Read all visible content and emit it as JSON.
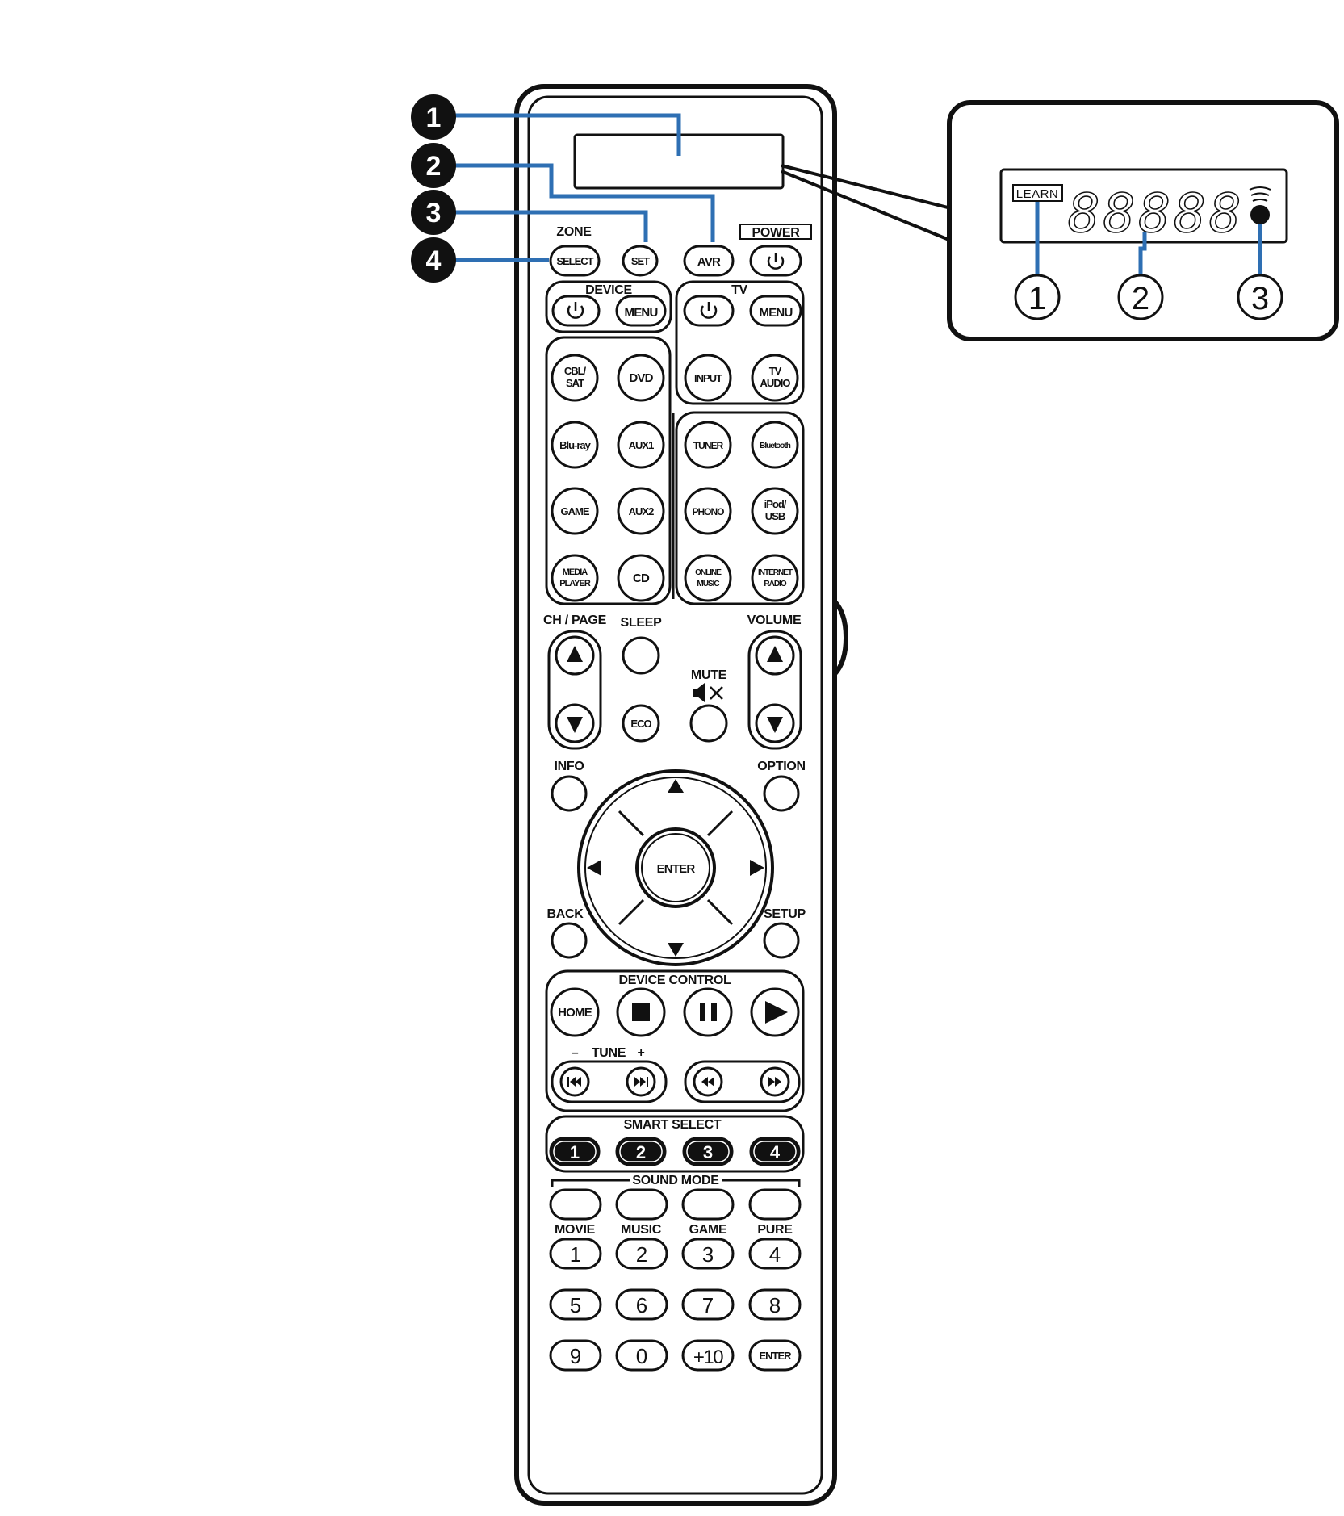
{
  "colors": {
    "leader": "#2e6fb3",
    "ink": "#111111",
    "background": "#ffffff"
  },
  "callouts": [
    "1",
    "2",
    "3",
    "4"
  ],
  "inset_callouts": [
    "1",
    "2",
    "3"
  ],
  "inset": {
    "learn": "LEARN",
    "segment_glyph": "88888",
    "signal_icon": "signal-waves-icon"
  },
  "top": {
    "zone_label": "ZONE",
    "select": "SELECT",
    "set": "SET",
    "avr": "AVR",
    "power_label": "POWER",
    "power_icon": "power-icon"
  },
  "device": {
    "label": "DEVICE",
    "menu": "MENU",
    "power_icon": "power-icon"
  },
  "tv": {
    "label": "TV",
    "menu": "MENU",
    "input": "INPUT",
    "audio_line1": "TV",
    "audio_line2": "AUDIO",
    "power_icon": "power-icon"
  },
  "sources": {
    "cbl_line1": "CBL/",
    "cbl_line2": "SAT",
    "dvd": "DVD",
    "bluray": "Blu-ray",
    "aux1": "AUX1",
    "game": "GAME",
    "aux2": "AUX2",
    "media_line1": "MEDIA",
    "media_line2": "PLAYER",
    "cd": "CD",
    "tuner": "TUNER",
    "bluetooth": "Bluetooth",
    "phono": "PHONO",
    "ipod_line1": "iPod/",
    "ipod_line2": "USB",
    "online_line1": "ONLINE",
    "online_line2": "MUSIC",
    "internet_line1": "INTERNET",
    "internet_line2": "RADIO"
  },
  "middle": {
    "ch_page": "CH / PAGE",
    "sleep": "SLEEP",
    "volume": "VOLUME",
    "mute": "MUTE",
    "eco": "ECO",
    "info": "INFO",
    "option": "OPTION",
    "enter": "ENTER",
    "back": "BACK",
    "setup": "SETUP"
  },
  "device_control": {
    "label": "DEVICE CONTROL",
    "home": "HOME",
    "tune_minus": "–",
    "tune": "TUNE",
    "tune_plus": "+"
  },
  "smart_select": {
    "label": "SMART SELECT",
    "buttons": [
      "1",
      "2",
      "3",
      "4"
    ]
  },
  "sound_mode": {
    "label": "SOUND MODE",
    "modes": [
      "MOVIE",
      "MUSIC",
      "GAME",
      "PURE"
    ]
  },
  "keypad": [
    "1",
    "2",
    "3",
    "4",
    "5",
    "6",
    "7",
    "8",
    "9",
    "0",
    "+10",
    "ENTER"
  ]
}
